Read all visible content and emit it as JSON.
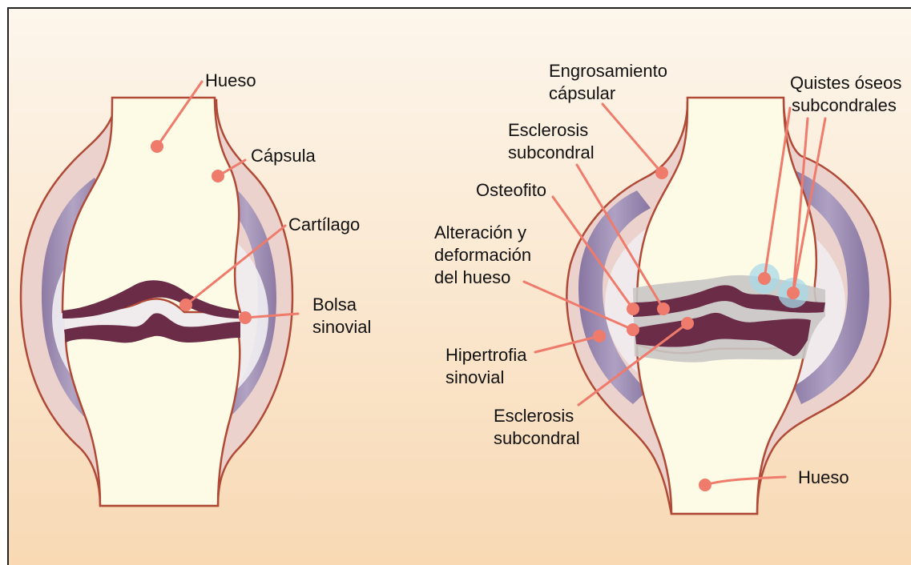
{
  "colors": {
    "background_top": "#fdf6ec",
    "background_bottom": "#f8d9b4",
    "bone": "#fdfbe6",
    "outline": "#b04a37",
    "capsule": "#ebd2cc",
    "synovial": "#8f80aa",
    "cartilage": "#6b2c47",
    "sclerosis": "#c9c6c4",
    "marker": "#ee7b6b",
    "cyst": "#a8d9e7",
    "frame": "#222222"
  },
  "normal_joint": {
    "labels": {
      "bone": "Hueso",
      "capsule": "Cápsula",
      "cartilage": "Cartílago",
      "synovial_1": "Bolsa",
      "synovial_2": "sinovial"
    }
  },
  "arthritic_joint": {
    "labels": {
      "capsular_thickening_1": "Engrosamiento",
      "capsular_thickening_2": "cápsular",
      "cysts_1": "Quistes óseos",
      "cysts_2": "subcondrales",
      "sclerosis_top_1": "Esclerosis",
      "sclerosis_top_2": "subcondral",
      "osteophyte": "Osteofito",
      "deformation_1": "Alteración y",
      "deformation_2": "deformación",
      "deformation_3": "del hueso",
      "hypertrophy_1": "Hipertrofia",
      "hypertrophy_2": "sinovial",
      "sclerosis_bottom_1": "Esclerosis",
      "sclerosis_bottom_2": "subcondral",
      "bone": "Hueso"
    }
  }
}
